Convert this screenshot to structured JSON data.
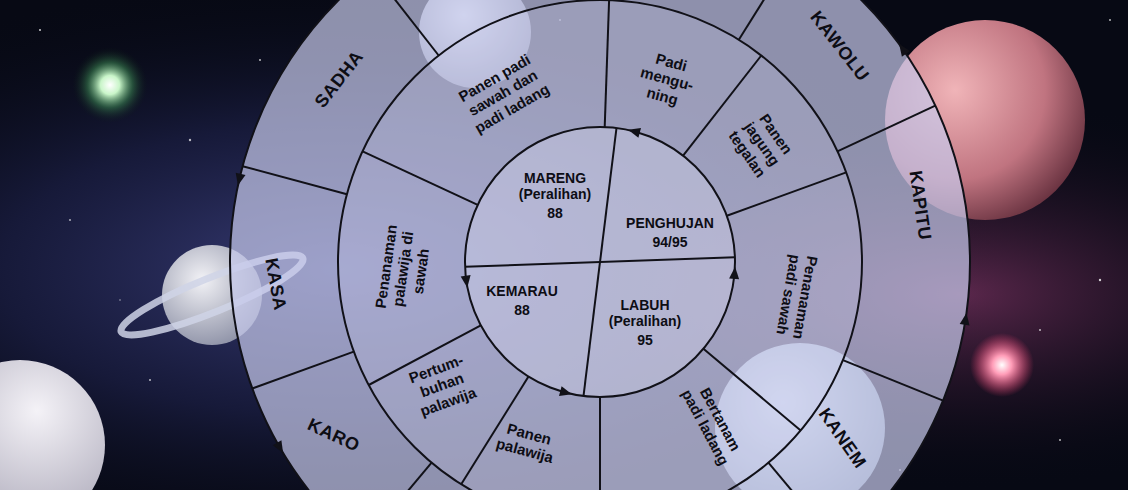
{
  "diagram": {
    "nodes": [
      {
        "text": [
          "SADHA"
        ]
      },
      {
        "text": [
          "KAWOLU"
        ]
      },
      {
        "text": [
          "KAPITU"
        ]
      },
      {
        "text": [
          "KANEM"
        ]
      },
      {
        "text": [
          "KARO"
        ]
      },
      {
        "text": [
          "KASA"
        ]
      },
      {
        "text": [
          "Panen padi sawah dan padi ladang"
        ]
      },
      {
        "text": [
          "Padi mengu- ning"
        ]
      },
      {
        "text": [
          "Panen jagung tegalan"
        ]
      },
      {
        "text": [
          "Penanaman padi sawah"
        ]
      },
      {
        "text": [
          "Bertanam padi ladang"
        ]
      },
      {
        "text": [
          "Panen palawija"
        ]
      },
      {
        "text": [
          "Pertum- buhan palawija"
        ]
      },
      {
        "text": [
          "Penanaman palawija di sawah"
        ]
      },
      {
        "text": [
          "MARENG (Peralihan)",
          "88"
        ]
      },
      {
        "text": [
          "PENGHUJAN",
          "94/95"
        ]
      },
      {
        "text": [
          "KEMARAU",
          "88"
        ]
      },
      {
        "text": [
          "LABUH (Peralihan)",
          "95"
        ]
      }
    ]
  }
}
